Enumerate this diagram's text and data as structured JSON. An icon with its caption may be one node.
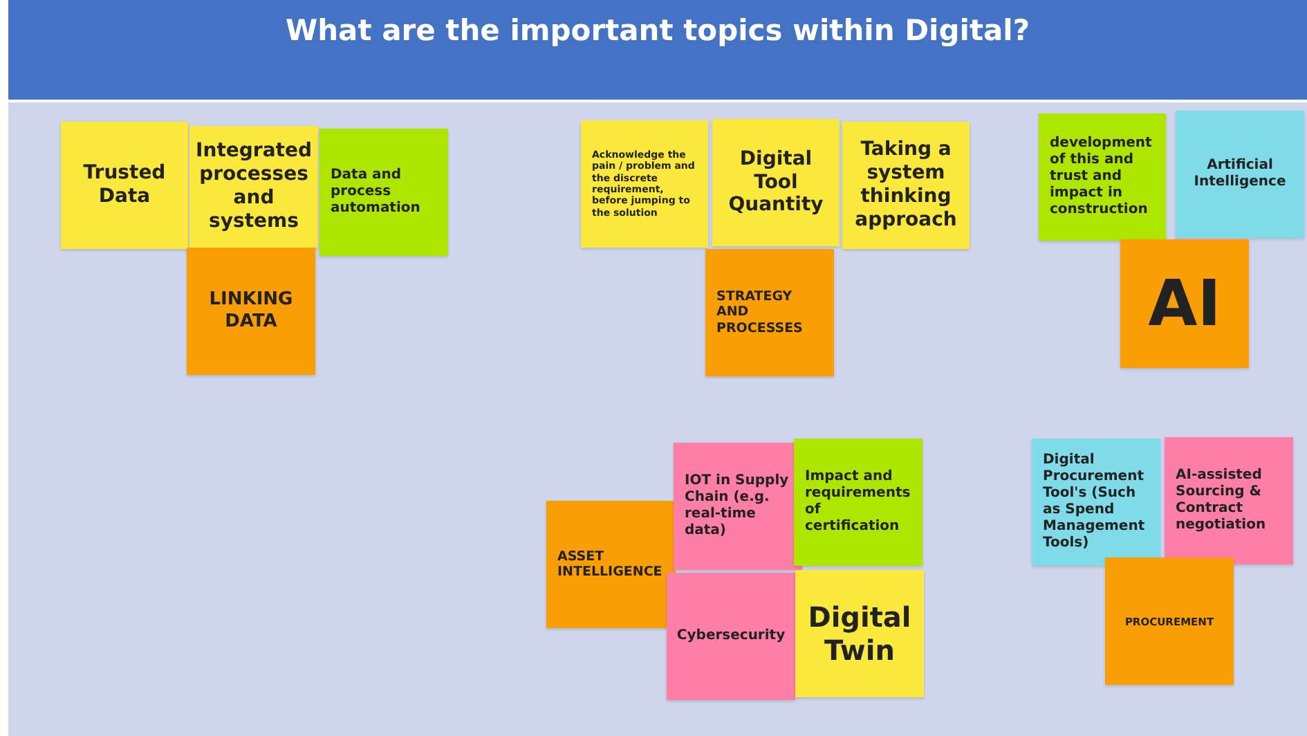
{
  "diagram": {
    "title": "What are the important topics within Digital?",
    "nodes": [
      {
        "text": [
          "Trusted Data"
        ]
      },
      {
        "text": [
          "Integrated processes and systems"
        ]
      },
      {
        "text": [
          "Data and process automation"
        ]
      },
      {
        "text": [
          "LINKING DATA"
        ]
      },
      {
        "text": [
          "Acknowledge the pain / problem and the discrete requirement, before jumping to the solution"
        ]
      },
      {
        "text": [
          "Digital Tool Quantity"
        ]
      },
      {
        "text": [
          "Taking a system thinking approach"
        ]
      },
      {
        "text": [
          "STRATEGY AND PROCESSES"
        ]
      },
      {
        "text": [
          "development of this and trust and impact in construction"
        ]
      },
      {
        "text": [
          "Artificial Intelligence"
        ]
      },
      {
        "text": [
          "AI"
        ]
      },
      {
        "text": [
          "ASSET INTELLIGENCE"
        ]
      },
      {
        "text": [
          "IOT in Supply Chain (e.g. real-time data)"
        ]
      },
      {
        "text": [
          "Impact and requirements of certification"
        ]
      },
      {
        "text": [
          "Cybersecurity"
        ]
      },
      {
        "text": [
          "Digital Twin"
        ]
      },
      {
        "text": [
          "Digital Procurement Tool's (Such as Spend Management Tools)"
        ]
      },
      {
        "text": [
          "AI-assisted Sourcing & Contract negotiation"
        ]
      },
      {
        "text": [
          "PROCUREMENT"
        ]
      }
    ]
  }
}
